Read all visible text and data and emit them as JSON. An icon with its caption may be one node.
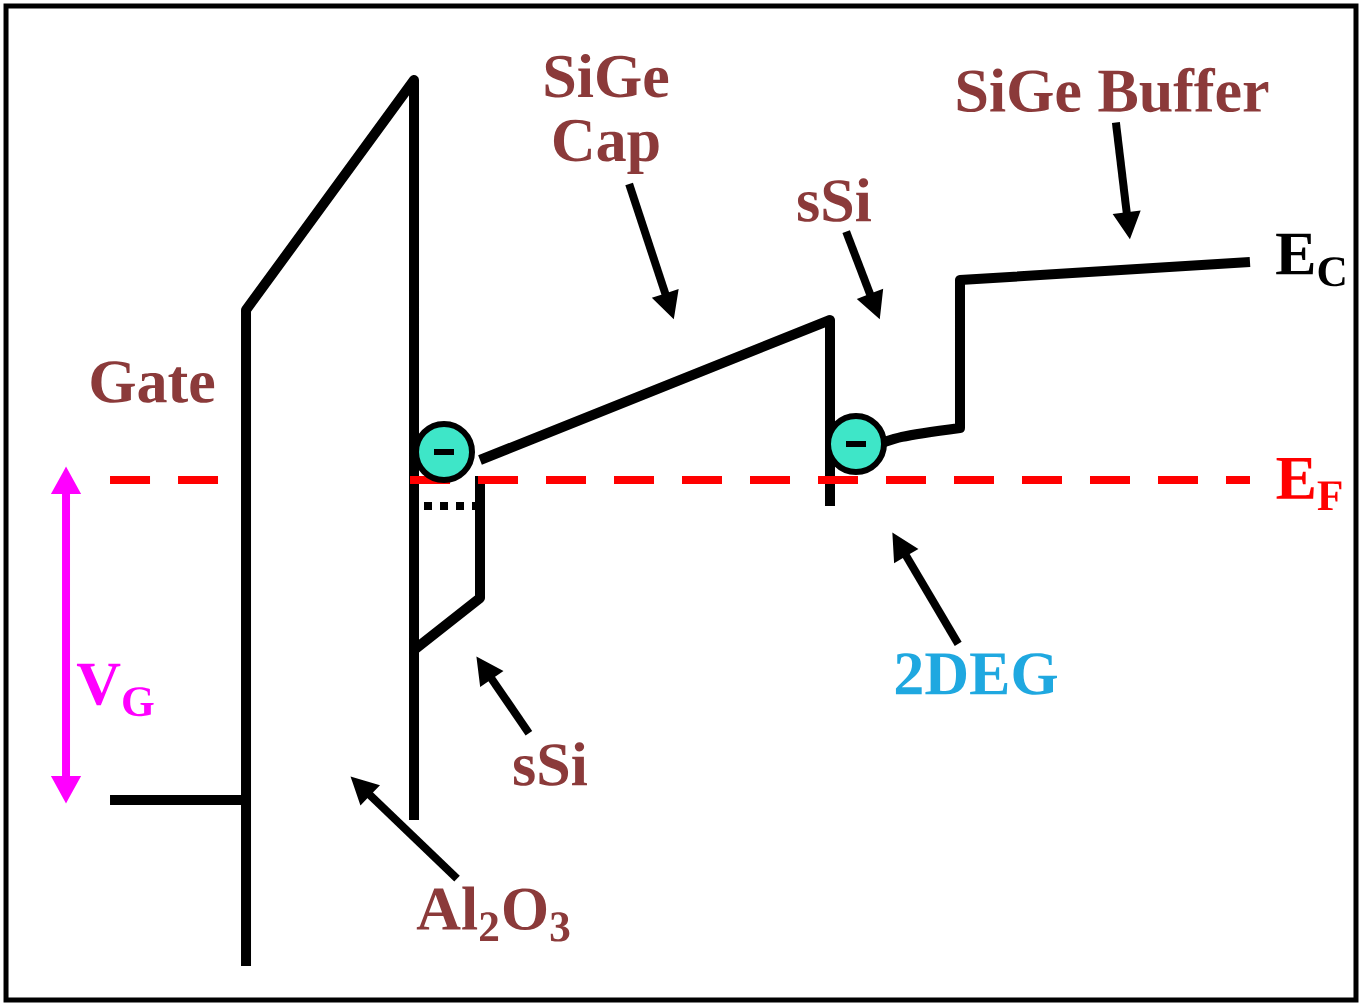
{
  "diagram": {
    "nodes": [
      {
        "text": [
          "SiGe Cap"
        ]
      },
      {
        "text": [
          "sSi"
        ]
      },
      {
        "text": [
          "SiGe Buffer"
        ]
      },
      {
        "text": [
          "sSi"
        ]
      },
      {
        "text": [
          "Al$_{2}$O$_{3}$"
        ]
      },
      {
        "text": [
          "2DEG"
        ]
      }
    ],
    "edges": [
      {
        "from": 0,
        "to": null,
        "arrow": "to"
      },
      {
        "from": 1,
        "to": null,
        "arrow": "to"
      },
      {
        "from": 2,
        "to": null,
        "arrow": "to"
      },
      {
        "from": 3,
        "to": null,
        "arrow": "to"
      },
      {
        "from": 4,
        "to": null,
        "arrow": "to"
      },
      {
        "from": 5,
        "to": null,
        "arrow": "to"
      }
    ],
    "labels": [
      "Gate",
      "E$_{C}$",
      "E$_{F}$",
      "V$_{G}$"
    ]
  }
}
